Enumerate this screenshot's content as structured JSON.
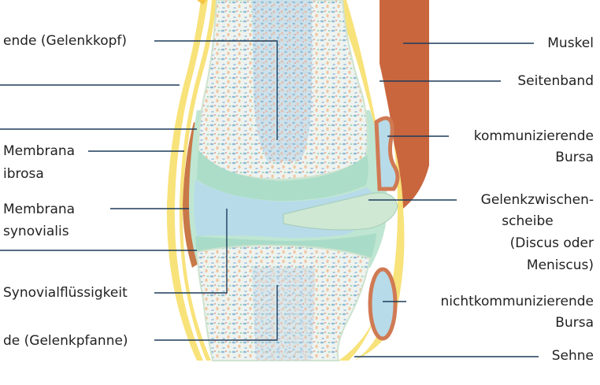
{
  "labels_left": {
    "gelenkkopf": "ende (Gelenkkopf)",
    "membrana_fibrosa_1": "Membrana",
    "membrana_fibrosa_2": "ibrosa",
    "membrana_synovialis_1": "Membrana",
    "membrana_synovialis_2": "synovialis",
    "synovialfluessigkeit": "Synovialflüssigkeit",
    "gelenkpfanne": "de (Gelenkpfanne)"
  },
  "labels_right": {
    "muskel": "Muskel",
    "seitenband": "Seitenband",
    "komm_bursa_1": "kommunizierende",
    "komm_bursa_2": "Bursa",
    "gelenkzwischen_1": "Gelenkzwischen-",
    "gelenkzwischen_2": "scheibe",
    "gelenkzwischen_3": "(Discus oder",
    "gelenkzwischen_4": "Meniscus)",
    "nichtkomm_1": "nichtkommunizierende",
    "nichtkomm_2": "Bursa",
    "sehne": "Sehne"
  },
  "colors": {
    "bone": "#eef2ee",
    "bone_dots": "#9cc3dc",
    "marrow": "#c9e2ee",
    "cartilage": "#bfe6d2",
    "synovial_fluid": "#b7dbe9",
    "capsule_yellow": "#f8e27a",
    "membrana_fibrosa": "#c97848",
    "muscle": "#c9663e",
    "bursa": "#d07a54",
    "leader_line": "#1e3c5a"
  }
}
